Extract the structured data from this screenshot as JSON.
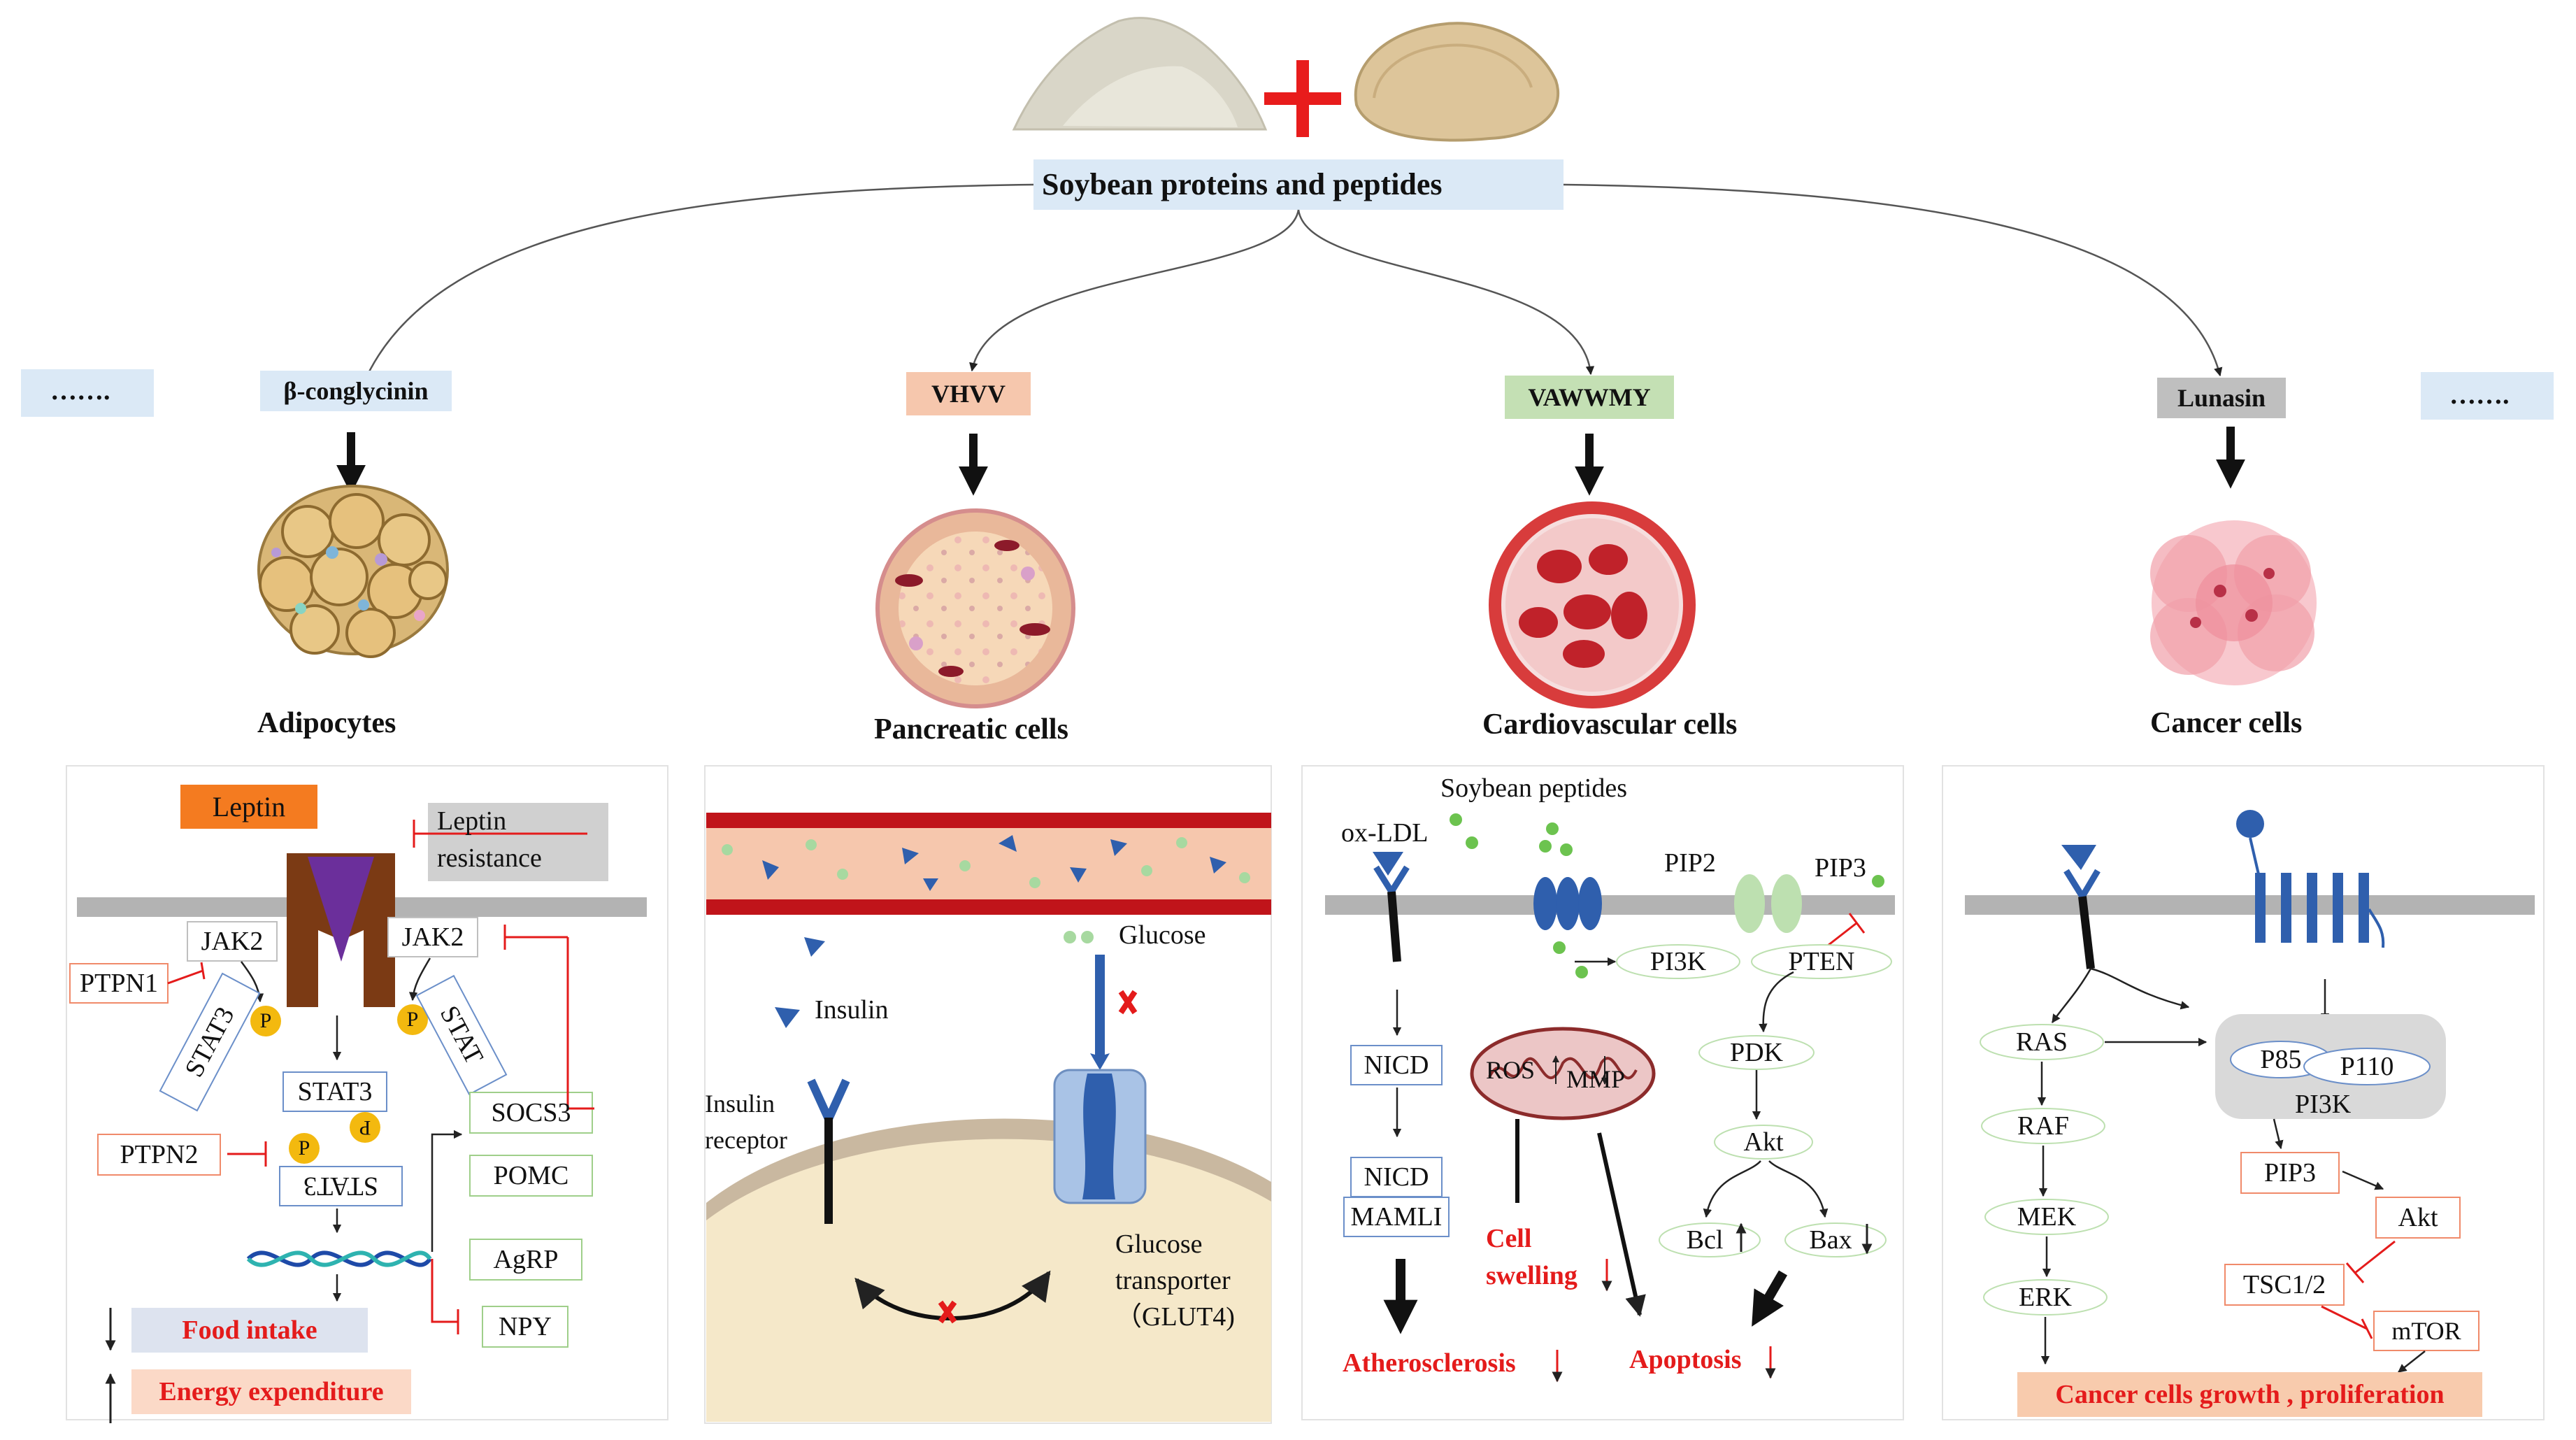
{
  "title": "Soybean proteins and peptides",
  "ellipsis": "…….",
  "columns": [
    {
      "peptide": "β-conglycinin",
      "cell": "Adipocytes"
    },
    {
      "peptide": "VHVV",
      "cell": "Pancreatic cells"
    },
    {
      "peptide": "VAWWMY",
      "cell": "Cardiovascular cells"
    },
    {
      "peptide": "Lunasin",
      "cell": "Cancer cells"
    }
  ],
  "adipo": {
    "leptin": "Leptin",
    "leptin_resistance_1": "Leptin",
    "leptin_resistance_2": "resistance",
    "jak2_left": "JAK2",
    "jak2_right": "JAK2",
    "ptpn1": "PTPN1",
    "stat3_left": "STAT3",
    "stat_right": "STAT",
    "p": "P",
    "stat3_mid": "STAT3",
    "stat3_flipped": "STAT3",
    "ptpn2": "PTPN2",
    "socs3": "SOCS3",
    "pomc": "POMC",
    "agrp": "AgRP",
    "npy": "NPY",
    "food_intake": "Food intake",
    "energy_expenditure": "Energy expenditure"
  },
  "pancreas": {
    "insulin": "Insulin",
    "glucose": "Glucose",
    "insulin_receptor_1": "Insulin",
    "insulin_receptor_2": "receptor",
    "glut_1": "Glucose",
    "glut_2": "transporter",
    "glut_3": "（GLUT4)"
  },
  "cardio": {
    "soybean_peptides": "Soybean peptides",
    "ox_ldl": "ox-LDL",
    "pip2": "PIP2",
    "pip3": "PIP3",
    "pi3k": "PI3K",
    "pten": "PTEN",
    "nicd_1": "NICD",
    "nicd_2": "NICD",
    "maml": "MAMLI",
    "ros": "ROS",
    "mmp": "MMP",
    "pdk": "PDK",
    "akt": "Akt",
    "bcl": "Bcl",
    "bax": "Bax",
    "cell_swelling_1": "Cell",
    "cell_swelling_2": "swelling",
    "atherosclerosis": "Atherosclerosis",
    "apoptosis": "Apoptosis"
  },
  "cancer": {
    "ras": "RAS",
    "raf": "RAF",
    "mek": "MEK",
    "erk": "ERK",
    "p85": "P85",
    "p110": "P110",
    "pi3k": "PI3K",
    "pip3": "PIP3",
    "akt": "Akt",
    "tsc": "TSC1/2",
    "mtor": "mTOR",
    "outcome": "Cancer cells growth , proliferation"
  },
  "colors": {
    "title_bg": "#dbe9f6",
    "vhvv_bg": "#f6c7ad",
    "vawwmy_bg": "#c4e0b4",
    "lunasin_bg": "#bfbfbf",
    "leptin_bg": "#f47b20",
    "membrane": "#b3b3b3",
    "inhibit_red": "#e41b1b",
    "receptor_blue": "#2f5fad",
    "outcome_bg": "#f8cbad"
  }
}
